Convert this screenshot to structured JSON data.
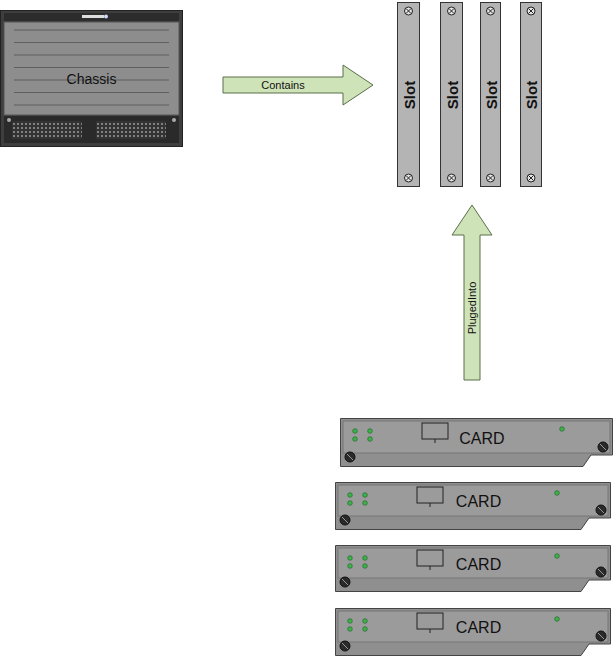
{
  "diagram": {
    "nodes": [
      {
        "text": [
          "Chassis"
        ]
      },
      {
        "text": [
          "Slot"
        ]
      },
      {
        "text": [
          "Slot"
        ]
      },
      {
        "text": [
          "Slot"
        ]
      },
      {
        "text": [
          "Slot"
        ]
      },
      {
        "text": [
          "CARD"
        ]
      },
      {
        "text": [
          "CARD"
        ]
      },
      {
        "text": [
          "CARD"
        ]
      },
      {
        "text": [
          "CARD"
        ]
      }
    ],
    "edges": [
      {
        "from": 0,
        "to": 1,
        "label": "Contains",
        "arrow": "to"
      },
      {
        "from": 5,
        "to": 3,
        "label": "PlugedInto",
        "arrow": "to"
      }
    ]
  }
}
